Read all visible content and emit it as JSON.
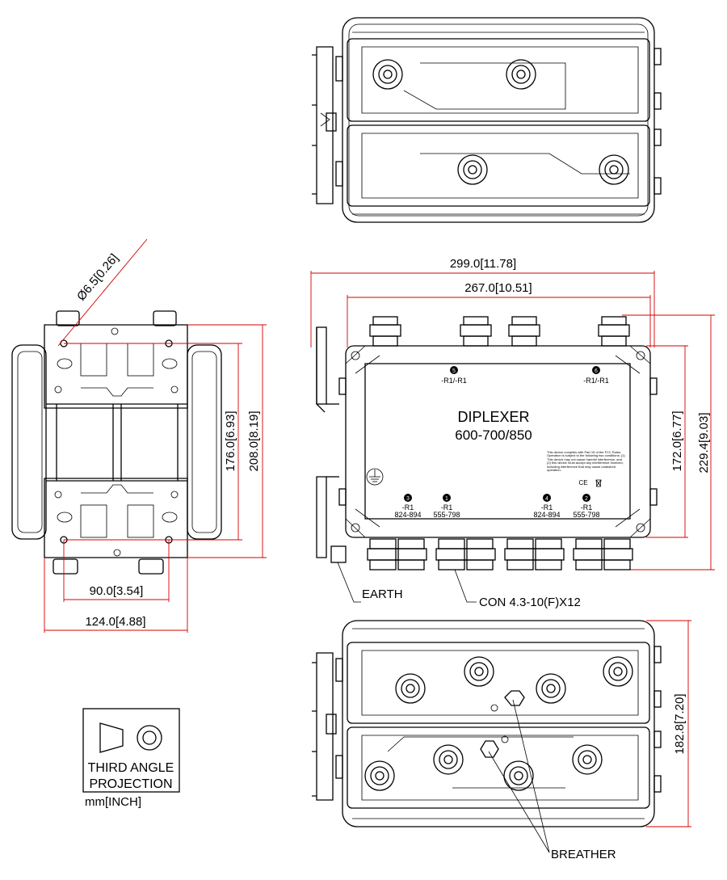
{
  "product": {
    "name": "DIPLEXER",
    "bands": "600-700/850",
    "fcc_notice": "This device complies with Part 15 of the FCC Rules. Operation is subject to the following two conditions: (1) This device may not cause harmful interference, and (2) this device must accept any interference received, including interference that may cause undesired operation.",
    "marks": "CE"
  },
  "ports": {
    "top": [
      {
        "num": "5",
        "label": "-R1/-R1"
      },
      {
        "num": "6",
        "label": "-R1/-R1"
      }
    ],
    "bottom": [
      {
        "num": "3",
        "label": "-R1",
        "range": "824-894"
      },
      {
        "num": "1",
        "label": "-R1",
        "range": "555-798"
      },
      {
        "num": "4",
        "label": "-R1",
        "range": "824-894"
      },
      {
        "num": "2",
        "label": "-R1",
        "range": "555-798"
      }
    ]
  },
  "dimensions": {
    "diameter": "Ø6.5[0.26]",
    "overall_width": "299.0[11.78]",
    "body_width": "267.0[10.51]",
    "body_height": "172.0[6.77]",
    "overall_height": "229.4[9.03]",
    "side_height_inner": "176.0[6.93]",
    "side_height_outer": "208.0[8.19]",
    "side_width_inner": "90.0[3.54]",
    "side_width_outer": "124.0[4.88]",
    "bottom_depth": "182.8[7.20]"
  },
  "callouts": {
    "earth": "EARTH",
    "connectors": "CON 4.3-10(F)X12",
    "breather": "BREATHER"
  },
  "projection": {
    "line1": "THIRD ANGLE",
    "line2": "PROJECTION",
    "units": "mm[INCH]"
  }
}
